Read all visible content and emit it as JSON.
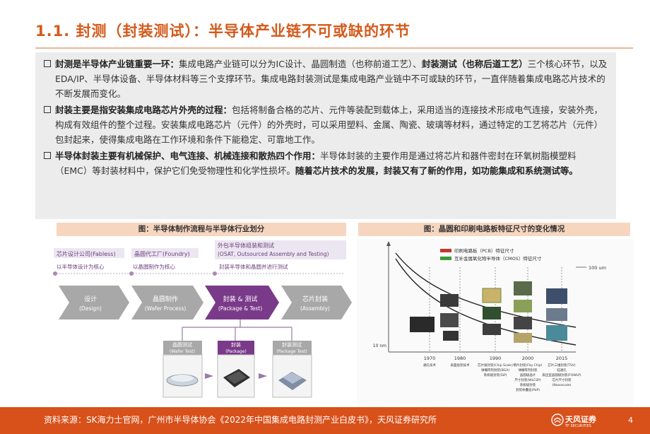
{
  "title": "1.1. 封测（封装测试）：半导体产业链不可或缺的环节",
  "bullets": [
    {
      "lead": "封测是半导体产业链重要一环：",
      "text": "集成电路产业链可以分为IC设计、晶圆制造（也称前道工艺）、",
      "bold2": "封装测试（也称后道工艺）",
      "text2": "三个核心环节，以及EDA/IP、半导体设备、半导体材料等三个支撑环节。集成电路封装测试是集成电路产业链中不可或缺的环节，一直伴随着集成电路芯片技术的不断发展而变化。"
    },
    {
      "lead": "封装主要是指安装集成电路芯片外壳的过程：",
      "text": "包括将制备合格的芯片、元件等装配到载体上，采用适当的连接技术形成电气连接，安装外壳，构成有效组件的整个过程。安装集成电路芯片（元件）的外壳时，可以采用塑料、金属、陶瓷、玻璃等材料，通过特定的工艺将芯片（元件）包封起来，使得集成电路在工作环境和条件下能稳定、可靠地工作。",
      "bold2": "",
      "text2": ""
    },
    {
      "lead": "半导体封装主要有机械保护、电气连接、机械连接和散热四个作用：",
      "text": "半导体封装的主要作用是通过将芯片和器件密封在环氧树脂模塑料（EMC）等封装材料中，保护它们免受物理性和化学性损坏。",
      "bold2": "随着芯片技术的发展，封装又有了新的作用，如功能集成和系统测试等。",
      "text2": ""
    }
  ],
  "fig1": {
    "caption": "图：半导体制作流程与半导体行业划分",
    "company_labels": [
      "芯片设计公司(Fabless)",
      "晶圆代工厂(Foundry)",
      "外包半导体组装和测试",
      "(OSAT, Outsourced Assembly and Testing)"
    ],
    "company_descs": [
      "以半导体设计为核心",
      "以晶圆制作为核心",
      "封装半导体和晶圆并进行测试"
    ],
    "steps": [
      {
        "zh": "设计",
        "en": "(Design)"
      },
      {
        "zh": "晶圆制作",
        "en": "(Wafer Process)"
      },
      {
        "zh": "封装 & 测试",
        "en": "(Package & Test)"
      },
      {
        "zh": "芯片封装",
        "en": "(Assembly)"
      }
    ],
    "sub_steps": [
      {
        "zh": "晶圆测试",
        "en": "(Wafer Test)"
      },
      {
        "zh": "封装",
        "en": "(Package)"
      },
      {
        "zh": "封装测试",
        "en": "(Package Test)"
      }
    ]
  },
  "fig2": {
    "caption": "图：晶圆和印刷电路板特征尺寸的变化情况",
    "legend": [
      "印刷电路板（PCB）特征尺寸",
      "互补金属氧化物半导体（CMOS）特征尺寸"
    ],
    "y_labels": [
      "100 um",
      "10 nm"
    ],
    "years": [
      "1970",
      "1980",
      "1990",
      "2000",
      "2015"
    ],
    "year_notes": [
      [
        "通孔技术"
      ],
      [
        "表面贴装技术"
      ],
      [
        "芯片级封装(Chip Scale)",
        "球栅阵列封装(BGA)",
        "系统级封装(SiP)"
      ],
      [
        "倒片封装(Flip Chip)",
        "球栅阵列封装",
        "晶圆级晶片",
        "尺寸封装(WLCSP)",
        "系统级封装",
        "封装体叠层(PoP)"
      ],
      [
        "芯片三维封装(TSV)",
        "硅通孔",
        "扇出型晶圆级封装(FOWLP)",
        "芯片尺寸封装",
        "(Nanoscale)"
      ]
    ],
    "colors": {
      "pcb": "#c0392b",
      "cmos": "#3a9a3a"
    }
  },
  "footer": {
    "source": "资料来源：SK海力士官网，广州市半导体协会《2022年中国集成电路封测产业白皮书》，天风证券研究所",
    "logo_cn": "天风证券",
    "logo_en": "TF SECURITIES",
    "page": "4"
  }
}
